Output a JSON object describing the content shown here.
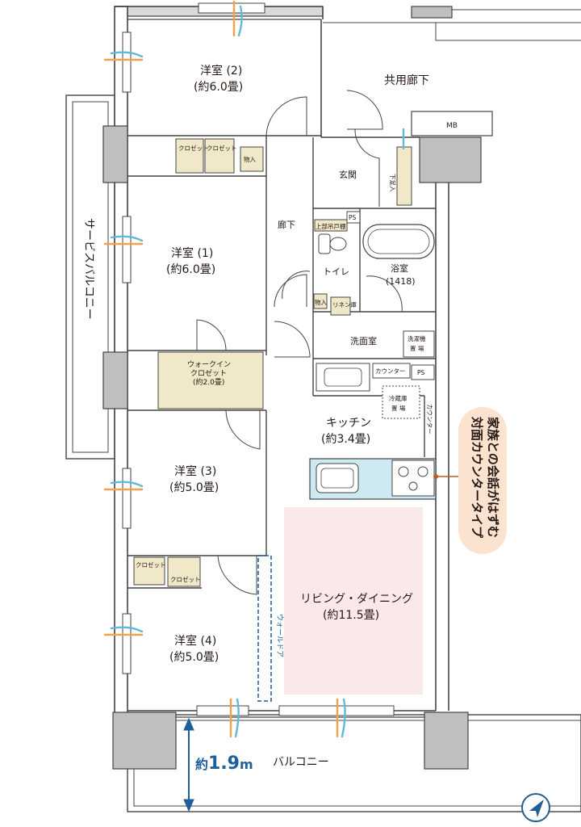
{
  "rooms": {
    "western2_name": "洋室 (2)",
    "western2_size": "(約6.0畳)",
    "western1_name": "洋室 (1)",
    "western1_size": "(約6.0畳)",
    "western3_name": "洋室 (3)",
    "western3_size": "(約5.0畳)",
    "western4_name": "洋室 (4)",
    "western4_size": "(約5.0畳)",
    "kitchen_name": "キッチン",
    "kitchen_size": "(約3.4畳)",
    "living_name": "リビング・ダイニング",
    "living_size": "(約11.5畳)",
    "bath_name": "浴室",
    "bath_size": "(1418)",
    "washroom": "洗面室",
    "toilet": "トイレ",
    "entrance": "玄関",
    "hallway": "廊下",
    "walkin_line1": "ウォークイン",
    "walkin_line2": "クロゼット",
    "walkin_size": "(約2.0畳)"
  },
  "labels": {
    "common_corridor": "共用廊下",
    "mb": "MB",
    "service_balcony": "サービスバルコニー",
    "balcony": "バルコニー",
    "closet": "クロゼット",
    "storage": "物入",
    "shoe_box": "下足入",
    "ps": "PS",
    "top_cabinet": "上部吊戸棚",
    "linen": "リネン庫",
    "washer_line1": "洗濯機",
    "washer_line2": "置 場",
    "fridge_line1": "冷蔵庫",
    "fridge_line2": "置 場",
    "counter": "カウンター",
    "wall_door": "ウォールドア"
  },
  "callout": {
    "line1": "家族との会話がはずむ",
    "line2": "対面カウンタータイプ"
  },
  "balcony_depth": {
    "prefix": "約",
    "value": "1.9",
    "unit": "m"
  },
  "colors": {
    "wall": "#444444",
    "closet_fill": "#f0e8c8",
    "living_fill": "#fbe8e8",
    "counter_fill": "#cde9f1",
    "callout_fill": "#fbe3cf",
    "callout_accent": "#c25a1c",
    "dimension_blue": "#1f5f99",
    "window_cyan": "#5fb9d9",
    "window_orange": "#f3a24a"
  },
  "icons": {
    "compass": "compass-north-arrow-icon",
    "airflow": "airflow-arrow-icon"
  }
}
